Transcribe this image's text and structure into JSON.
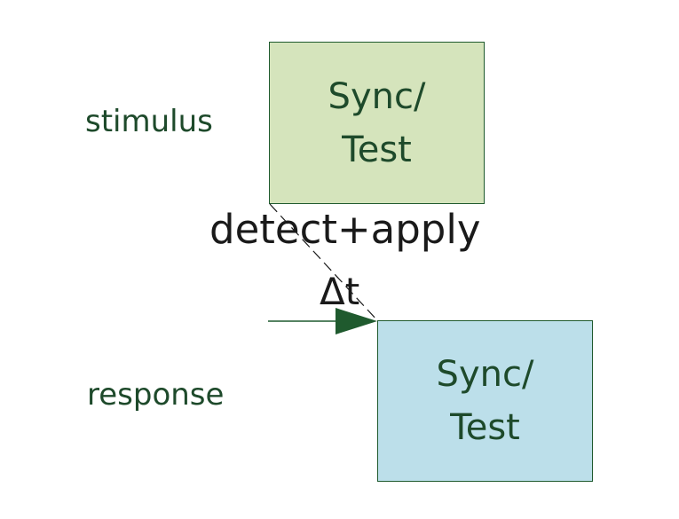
{
  "labels": {
    "stimulus": "stimulus",
    "response": "response"
  },
  "boxes": {
    "stimulus": {
      "text": "Sync/\nTest",
      "fill": "#d5e4bc"
    },
    "response": {
      "text": "Sync/\nTest",
      "fill": "#bcdfea"
    }
  },
  "annotations": {
    "operation": "detect+apply",
    "delay": "Δt"
  },
  "colors": {
    "label_text": "#1e4a2b",
    "border": "#1f5a2e",
    "arrow": "#1f5a2e",
    "annotation_text": "#1a1a1a"
  }
}
